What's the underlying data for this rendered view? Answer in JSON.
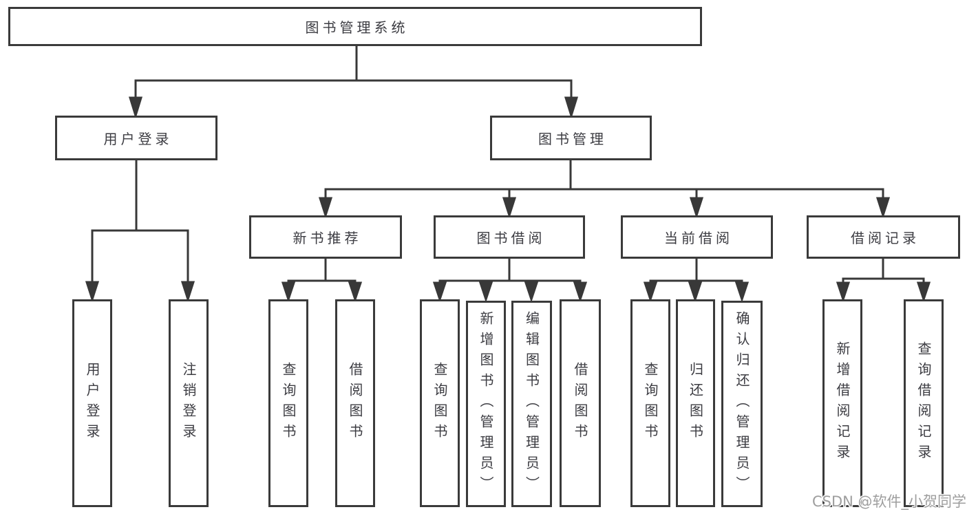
{
  "diagram": {
    "type": "hierarchy-tree",
    "title": "图书管理系统",
    "colors": {
      "background": "#ffffff",
      "line": "#383838",
      "box_border": "#3a3a3a",
      "box_fill": "#ffffff",
      "text": "#3c3c42"
    },
    "nodes": [
      {
        "id": "root",
        "label": "图书管理系统",
        "level": 1,
        "orientation": "horizontal"
      },
      {
        "id": "user-login",
        "label": "用户登录",
        "level": 2,
        "orientation": "horizontal"
      },
      {
        "id": "book-mgmt",
        "label": "图书管理",
        "level": 2,
        "orientation": "horizontal"
      },
      {
        "id": "new-book-rec",
        "label": "新书推荐",
        "level": 3,
        "orientation": "horizontal"
      },
      {
        "id": "book-borrow",
        "label": "图书借阅",
        "level": 3,
        "orientation": "horizontal"
      },
      {
        "id": "current-borrow",
        "label": "当前借阅",
        "level": 3,
        "orientation": "horizontal"
      },
      {
        "id": "borrow-records",
        "label": "借阅记录",
        "level": 3,
        "orientation": "horizontal"
      },
      {
        "id": "user-login-leaf",
        "label": "用户登录",
        "level": 4,
        "orientation": "vertical"
      },
      {
        "id": "logout-leaf",
        "label": "注销登录",
        "level": 4,
        "orientation": "vertical"
      },
      {
        "id": "query-books-rec",
        "label": "查询图书",
        "level": 4,
        "orientation": "vertical"
      },
      {
        "id": "borrow-books-rec",
        "label": "借阅图书",
        "level": 4,
        "orientation": "vertical"
      },
      {
        "id": "query-books-borrow",
        "label": "查询图书",
        "level": 4,
        "orientation": "vertical"
      },
      {
        "id": "add-book-admin",
        "label": "新增图书（管理员）",
        "level": 4,
        "orientation": "vertical"
      },
      {
        "id": "edit-book-admin",
        "label": "编辑图书（管理员）",
        "level": 4,
        "orientation": "vertical"
      },
      {
        "id": "borrow-books-borrow",
        "label": "借阅图书",
        "level": 4,
        "orientation": "vertical"
      },
      {
        "id": "query-books-current",
        "label": "查询图书",
        "level": 4,
        "orientation": "vertical"
      },
      {
        "id": "return-book",
        "label": "归还图书",
        "level": 4,
        "orientation": "vertical"
      },
      {
        "id": "confirm-return-admin",
        "label": "确认归还（管理员）",
        "level": 4,
        "orientation": "vertical"
      },
      {
        "id": "add-borrow-record",
        "label": "新增借阅记录",
        "level": 4,
        "orientation": "vertical"
      },
      {
        "id": "query-borrow-record",
        "label": "查询借阅记录",
        "level": 4,
        "orientation": "vertical"
      }
    ],
    "edges": [
      {
        "from": "root",
        "to": [
          "user-login",
          "book-mgmt"
        ]
      },
      {
        "from": "user-login",
        "to": [
          "user-login-leaf",
          "logout-leaf"
        ]
      },
      {
        "from": "book-mgmt",
        "to": [
          "new-book-rec",
          "book-borrow",
          "current-borrow",
          "borrow-records"
        ]
      },
      {
        "from": "new-book-rec",
        "to": [
          "query-books-rec",
          "borrow-books-rec"
        ]
      },
      {
        "from": "book-borrow",
        "to": [
          "query-books-borrow",
          "add-book-admin",
          "edit-book-admin",
          "borrow-books-borrow"
        ]
      },
      {
        "from": "current-borrow",
        "to": [
          "query-books-current",
          "return-book",
          "confirm-return-admin"
        ]
      },
      {
        "from": "borrow-records",
        "to": [
          "add-borrow-record",
          "query-borrow-record"
        ]
      }
    ]
  },
  "watermark": {
    "text": "CSDN @软件_小贺同学",
    "color": "#9e9e9e"
  }
}
